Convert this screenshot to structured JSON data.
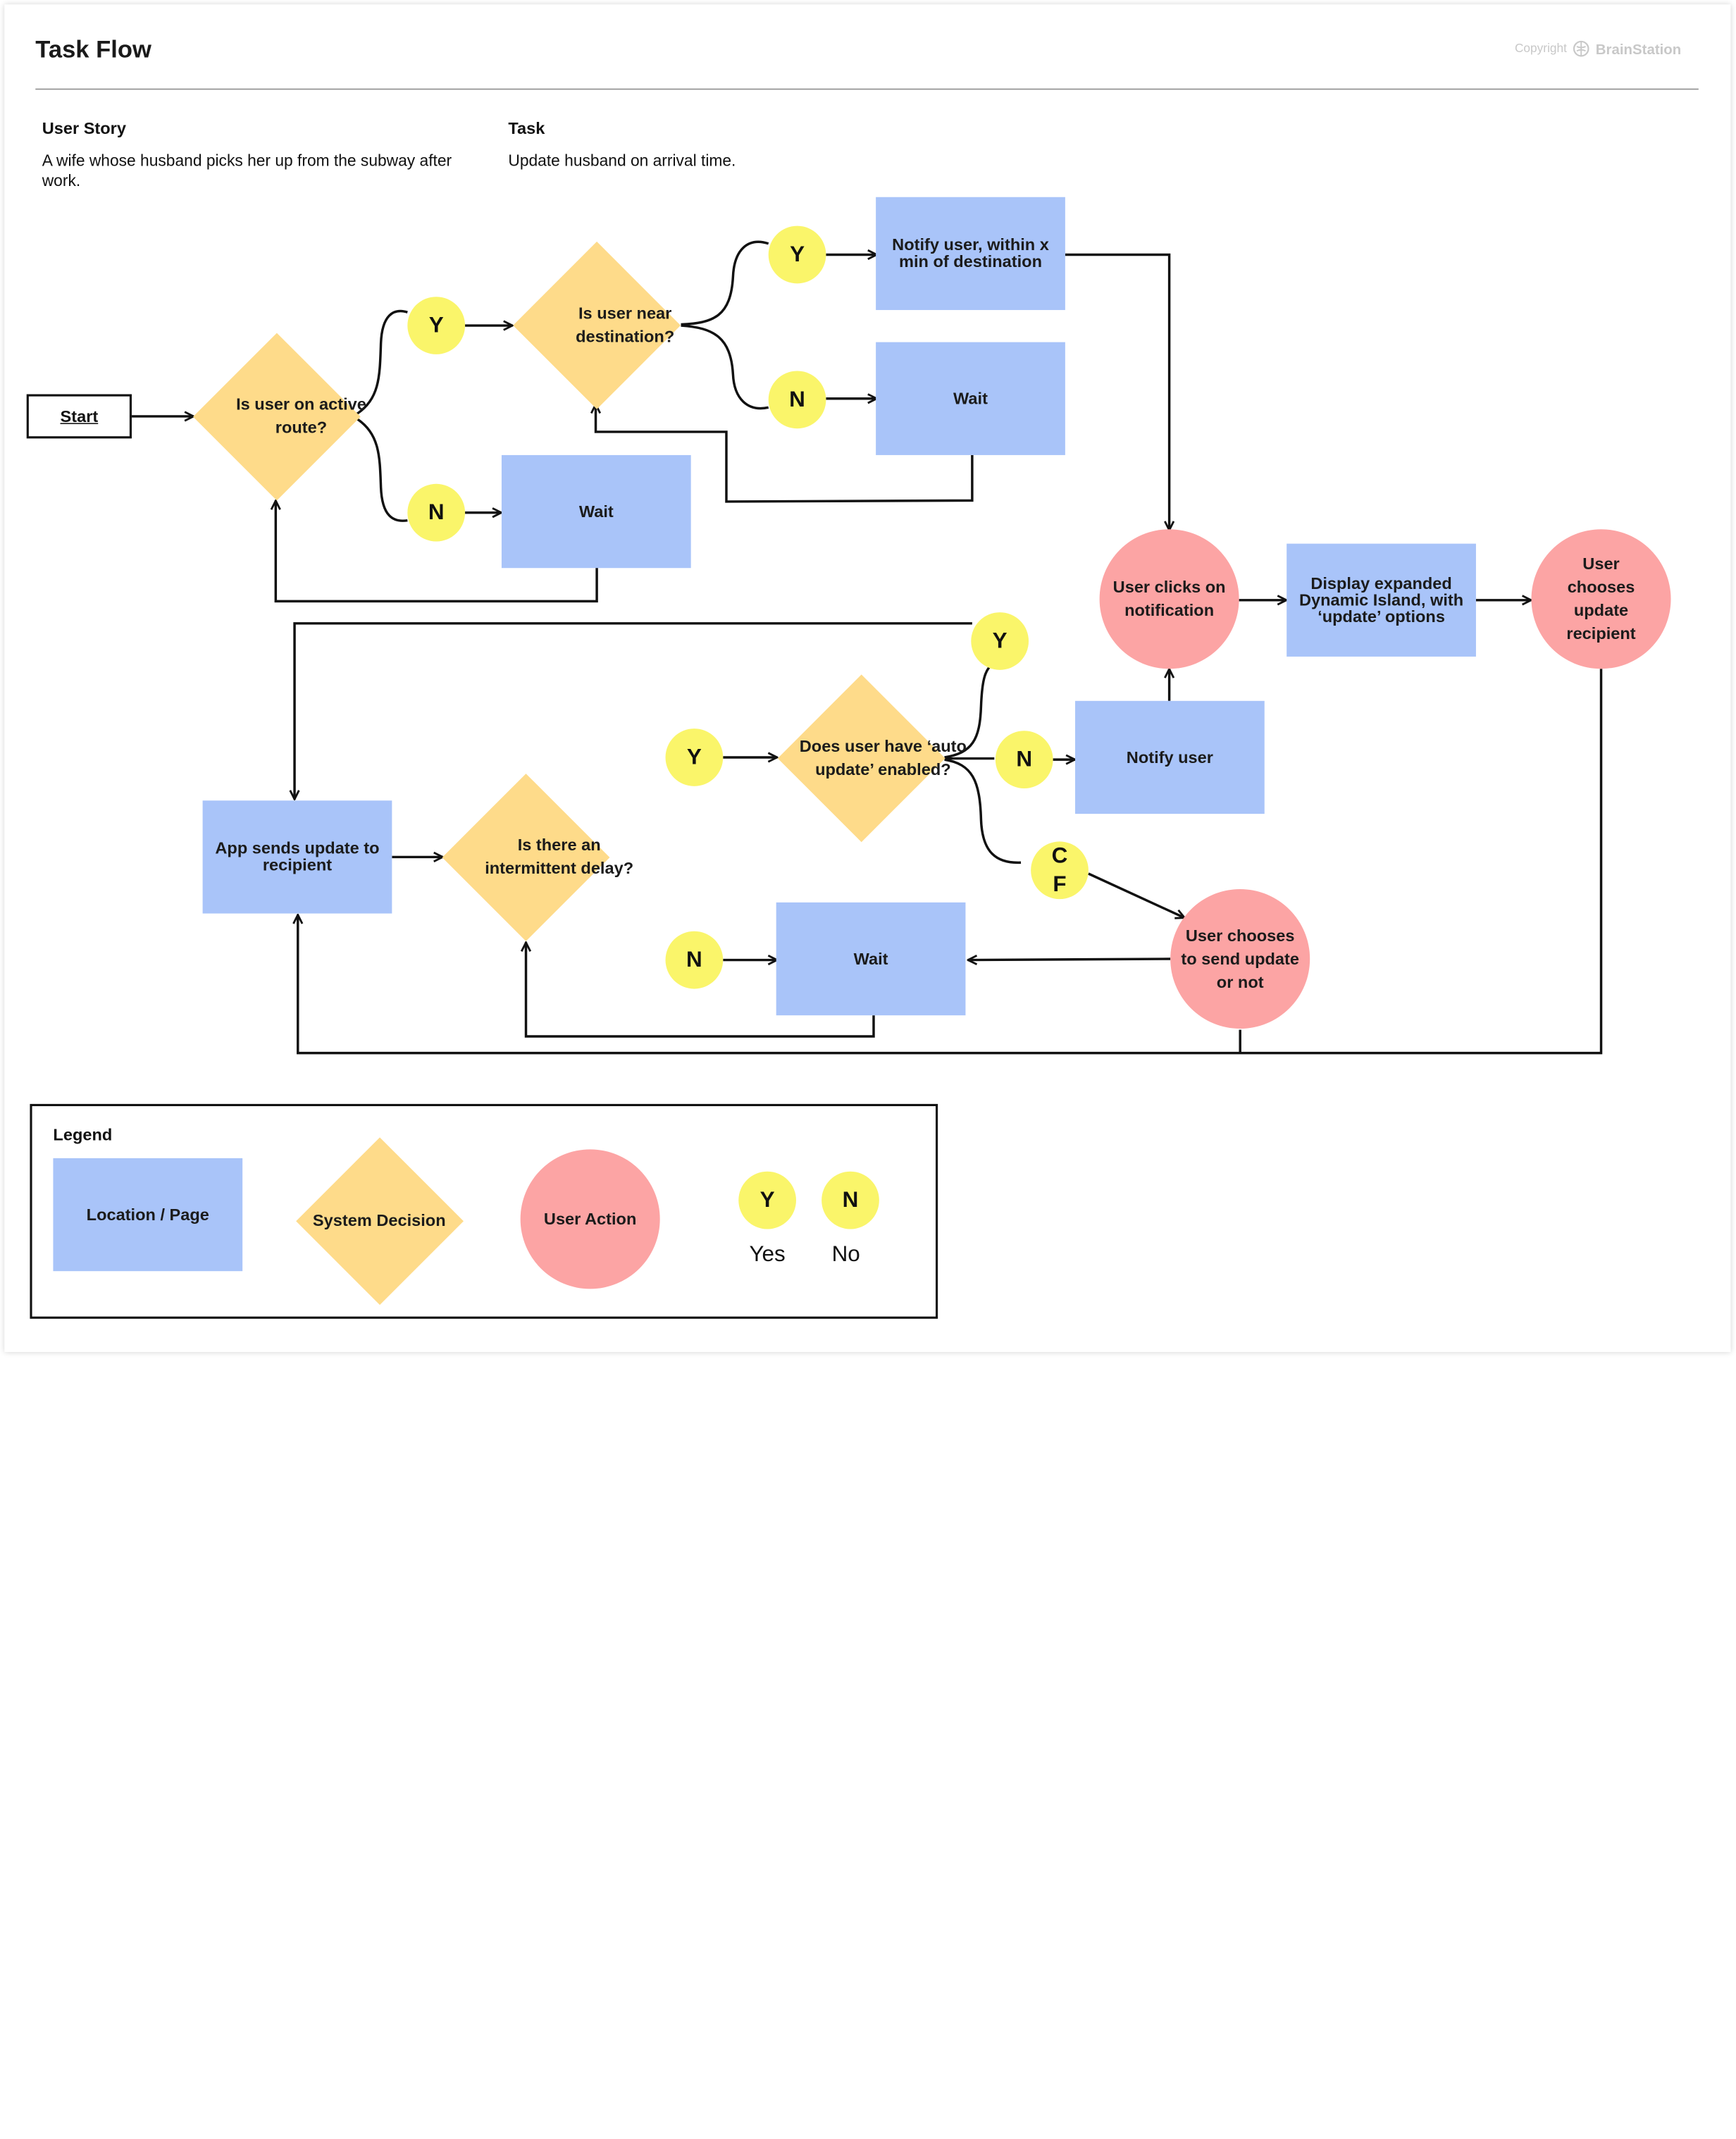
{
  "header": {
    "title": "Task Flow",
    "copyright_label": "Copyright",
    "brand": "BrainStation"
  },
  "story": {
    "user_story_heading": "User Story",
    "user_story_text": "A wife whose husband picks her up from the subway after work.",
    "task_heading": "Task",
    "task_text": "Update husband on arrival time."
  },
  "flow": {
    "start": "Start",
    "decisions": {
      "active_route": "Is user on active route?",
      "near_destination": "Is user near destination?",
      "auto_update": "Does user have ‘auto update’ enabled?",
      "intermittent_delay": "Is there an intermittent delay?"
    },
    "pages": {
      "wait_1": "Wait",
      "notify_within": "Notify user, within x min of destination",
      "wait_2": "Wait",
      "display_expanded": "Display expanded Dynamic Island, with ‘update’ options",
      "notify_user": "Notify user",
      "app_sends": "App sends update to recipient",
      "wait_3": "Wait"
    },
    "actions": {
      "clicks_notification": "User clicks on notification",
      "chooses_recipient": "User chooses update recipient",
      "chooses_send": "User chooses to send update or not"
    },
    "markers": {
      "yes": "Y",
      "no": "N",
      "cf_top": "C",
      "cf_bottom": "F"
    }
  },
  "legend": {
    "title": "Legend",
    "page": "Location / Page",
    "decision": "System Decision",
    "action": "User Action",
    "yes_marker": "Y",
    "no_marker": "N",
    "yes_label": "Yes",
    "no_label": "No"
  },
  "colors": {
    "page": "#a9c4f9",
    "decision": "#fedb8a",
    "action": "#fca4a4",
    "marker": "#faf56a",
    "line": "#111111"
  }
}
